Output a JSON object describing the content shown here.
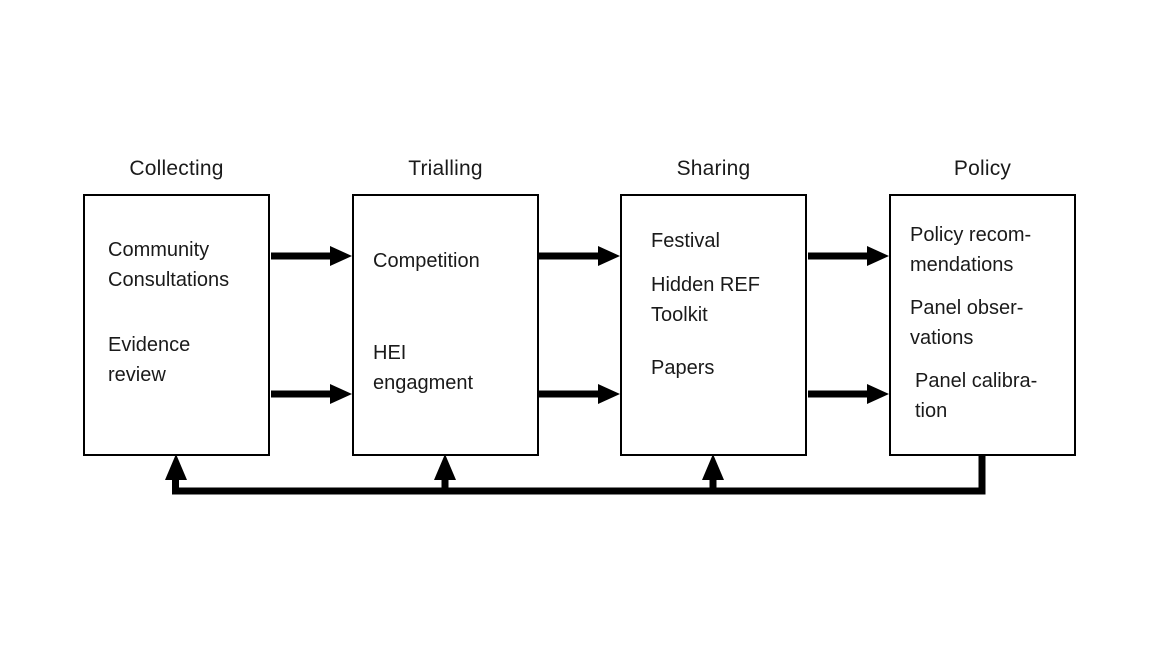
{
  "diagram": {
    "stages": [
      {
        "title": "Collecting",
        "items": [
          "Community\nConsultations",
          "Evidence\nreview"
        ]
      },
      {
        "title": "Trialling",
        "items": [
          "Competition",
          "HEI\nengagment"
        ]
      },
      {
        "title": "Sharing",
        "items": [
          "Festival",
          "Hidden REF\nToolkit",
          "Papers"
        ]
      },
      {
        "title": "Policy",
        "items": [
          "Policy recom-\nmendations",
          "Panel obser-\nvations",
          "Panel calibra-\ntion"
        ]
      }
    ],
    "connections": [
      {
        "from": "Collecting",
        "to": "Trialling",
        "type": "forward",
        "count": 2
      },
      {
        "from": "Trialling",
        "to": "Sharing",
        "type": "forward",
        "count": 2
      },
      {
        "from": "Sharing",
        "to": "Policy",
        "type": "forward",
        "count": 2
      },
      {
        "from": "Policy",
        "to": "Collecting, Trialling, Sharing",
        "type": "feedback-loop"
      }
    ],
    "colors": {
      "line": "#000000",
      "background": "#ffffff",
      "text": "#1a1a1a"
    }
  }
}
